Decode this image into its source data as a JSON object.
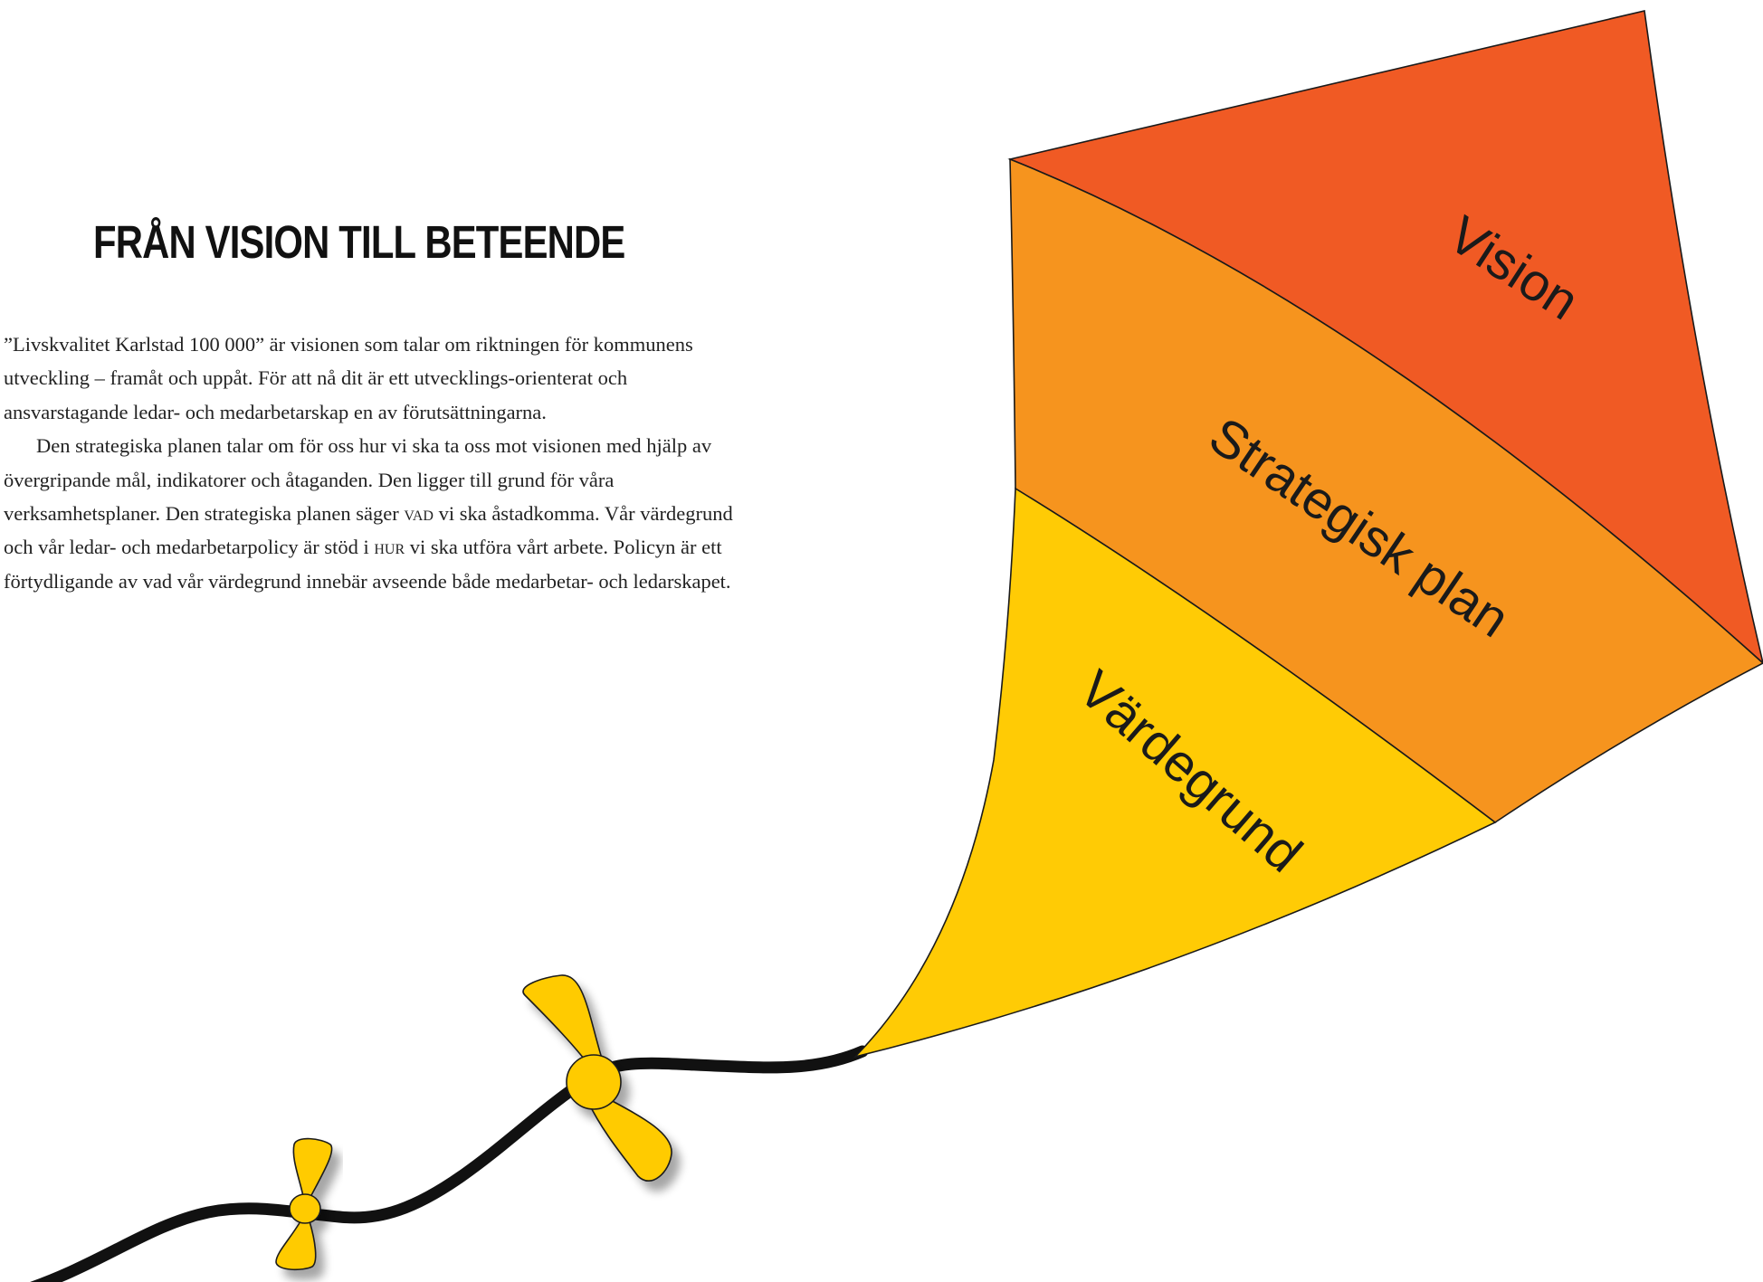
{
  "title": "FRÅN VISION TILL BETEENDE",
  "body": {
    "p1": "”Livskvalitet Karlstad 100 000” är visionen som talar om riktningen för kommunens utveckling – framåt och uppåt. För att nå dit är ett utvecklings-orienterat och ansvarstagande ledar- och medarbetarskap en av förutsättningarna.",
    "p2_a": "Den strategiska planen talar om för oss hur vi ska ta oss mot visionen med hjälp av övergripande mål, indikatorer och åtaganden. Den ligger till grund för våra verksamhetsplaner. Den strategiska planen säger ",
    "p2_vad": "VAD",
    "p2_b": " vi ska åstadkomma. Vår värdegrund och vår ledar- och medarbetarpolicy är stöd i ",
    "p2_hur": "HUR",
    "p2_c": " vi ska utföra vårt arbete. Policyn är ett förtydligande av vad vår värdegrund innebär avseende både medarbetar- och ledarskapet."
  },
  "kite": {
    "sections": [
      {
        "label": "Vision",
        "color": "#F05A24"
      },
      {
        "label": "Strategisk plan",
        "color": "#F6941E"
      },
      {
        "label": "Värdegrund",
        "color": "#FFCB05"
      }
    ],
    "string_color": "#111111",
    "bow_color": "#FFCB05"
  }
}
